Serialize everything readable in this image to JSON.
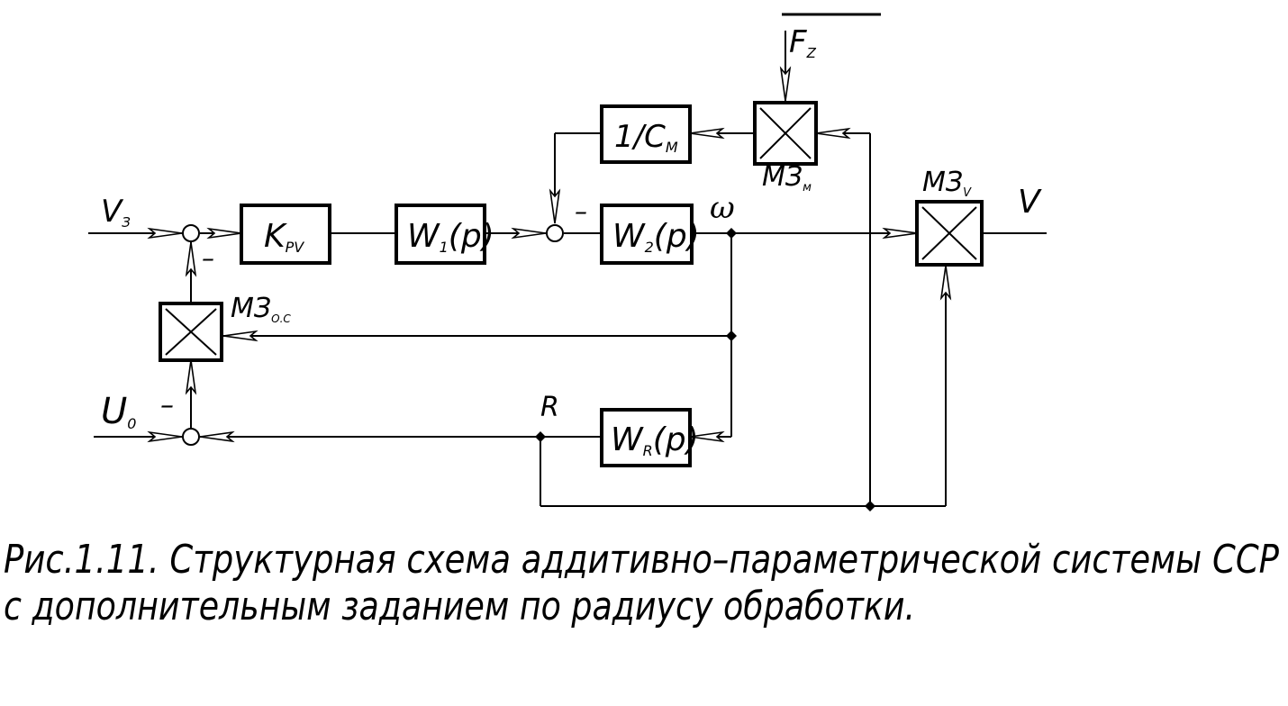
{
  "diagram": {
    "inputs": {
      "v_set": "V",
      "v_set_sub": "З",
      "u0": "U",
      "u0_sub": "0",
      "fz": "F",
      "fz_sub": "Z"
    },
    "blocks": {
      "kpv": {
        "main": "K",
        "sub": "PV"
      },
      "w1": {
        "main": "W",
        "sub": "1",
        "tail": "(p)"
      },
      "w2": {
        "main": "W",
        "sub": "2",
        "tail": "(p)"
      },
      "wr": {
        "main": "W",
        "sub": "R",
        "tail": "(p)"
      },
      "cm": {
        "main": "1/C",
        "sub": "M"
      }
    },
    "multipliers": {
      "mz_m": {
        "main": "МЗ",
        "sub": "м"
      },
      "mz_v": {
        "main": "МЗ",
        "sub": "V"
      },
      "mz_oc": {
        "main": "МЗ",
        "sub": "О.С"
      }
    },
    "signals": {
      "omega": "ω",
      "v_out": "V",
      "r": "R",
      "minus": "–"
    }
  },
  "caption": {
    "line1": "Рис.1.11. Структурная схема аддитивно–параметрической системы ССР",
    "line2": "с дополнительным заданием по радиусу обработки."
  }
}
